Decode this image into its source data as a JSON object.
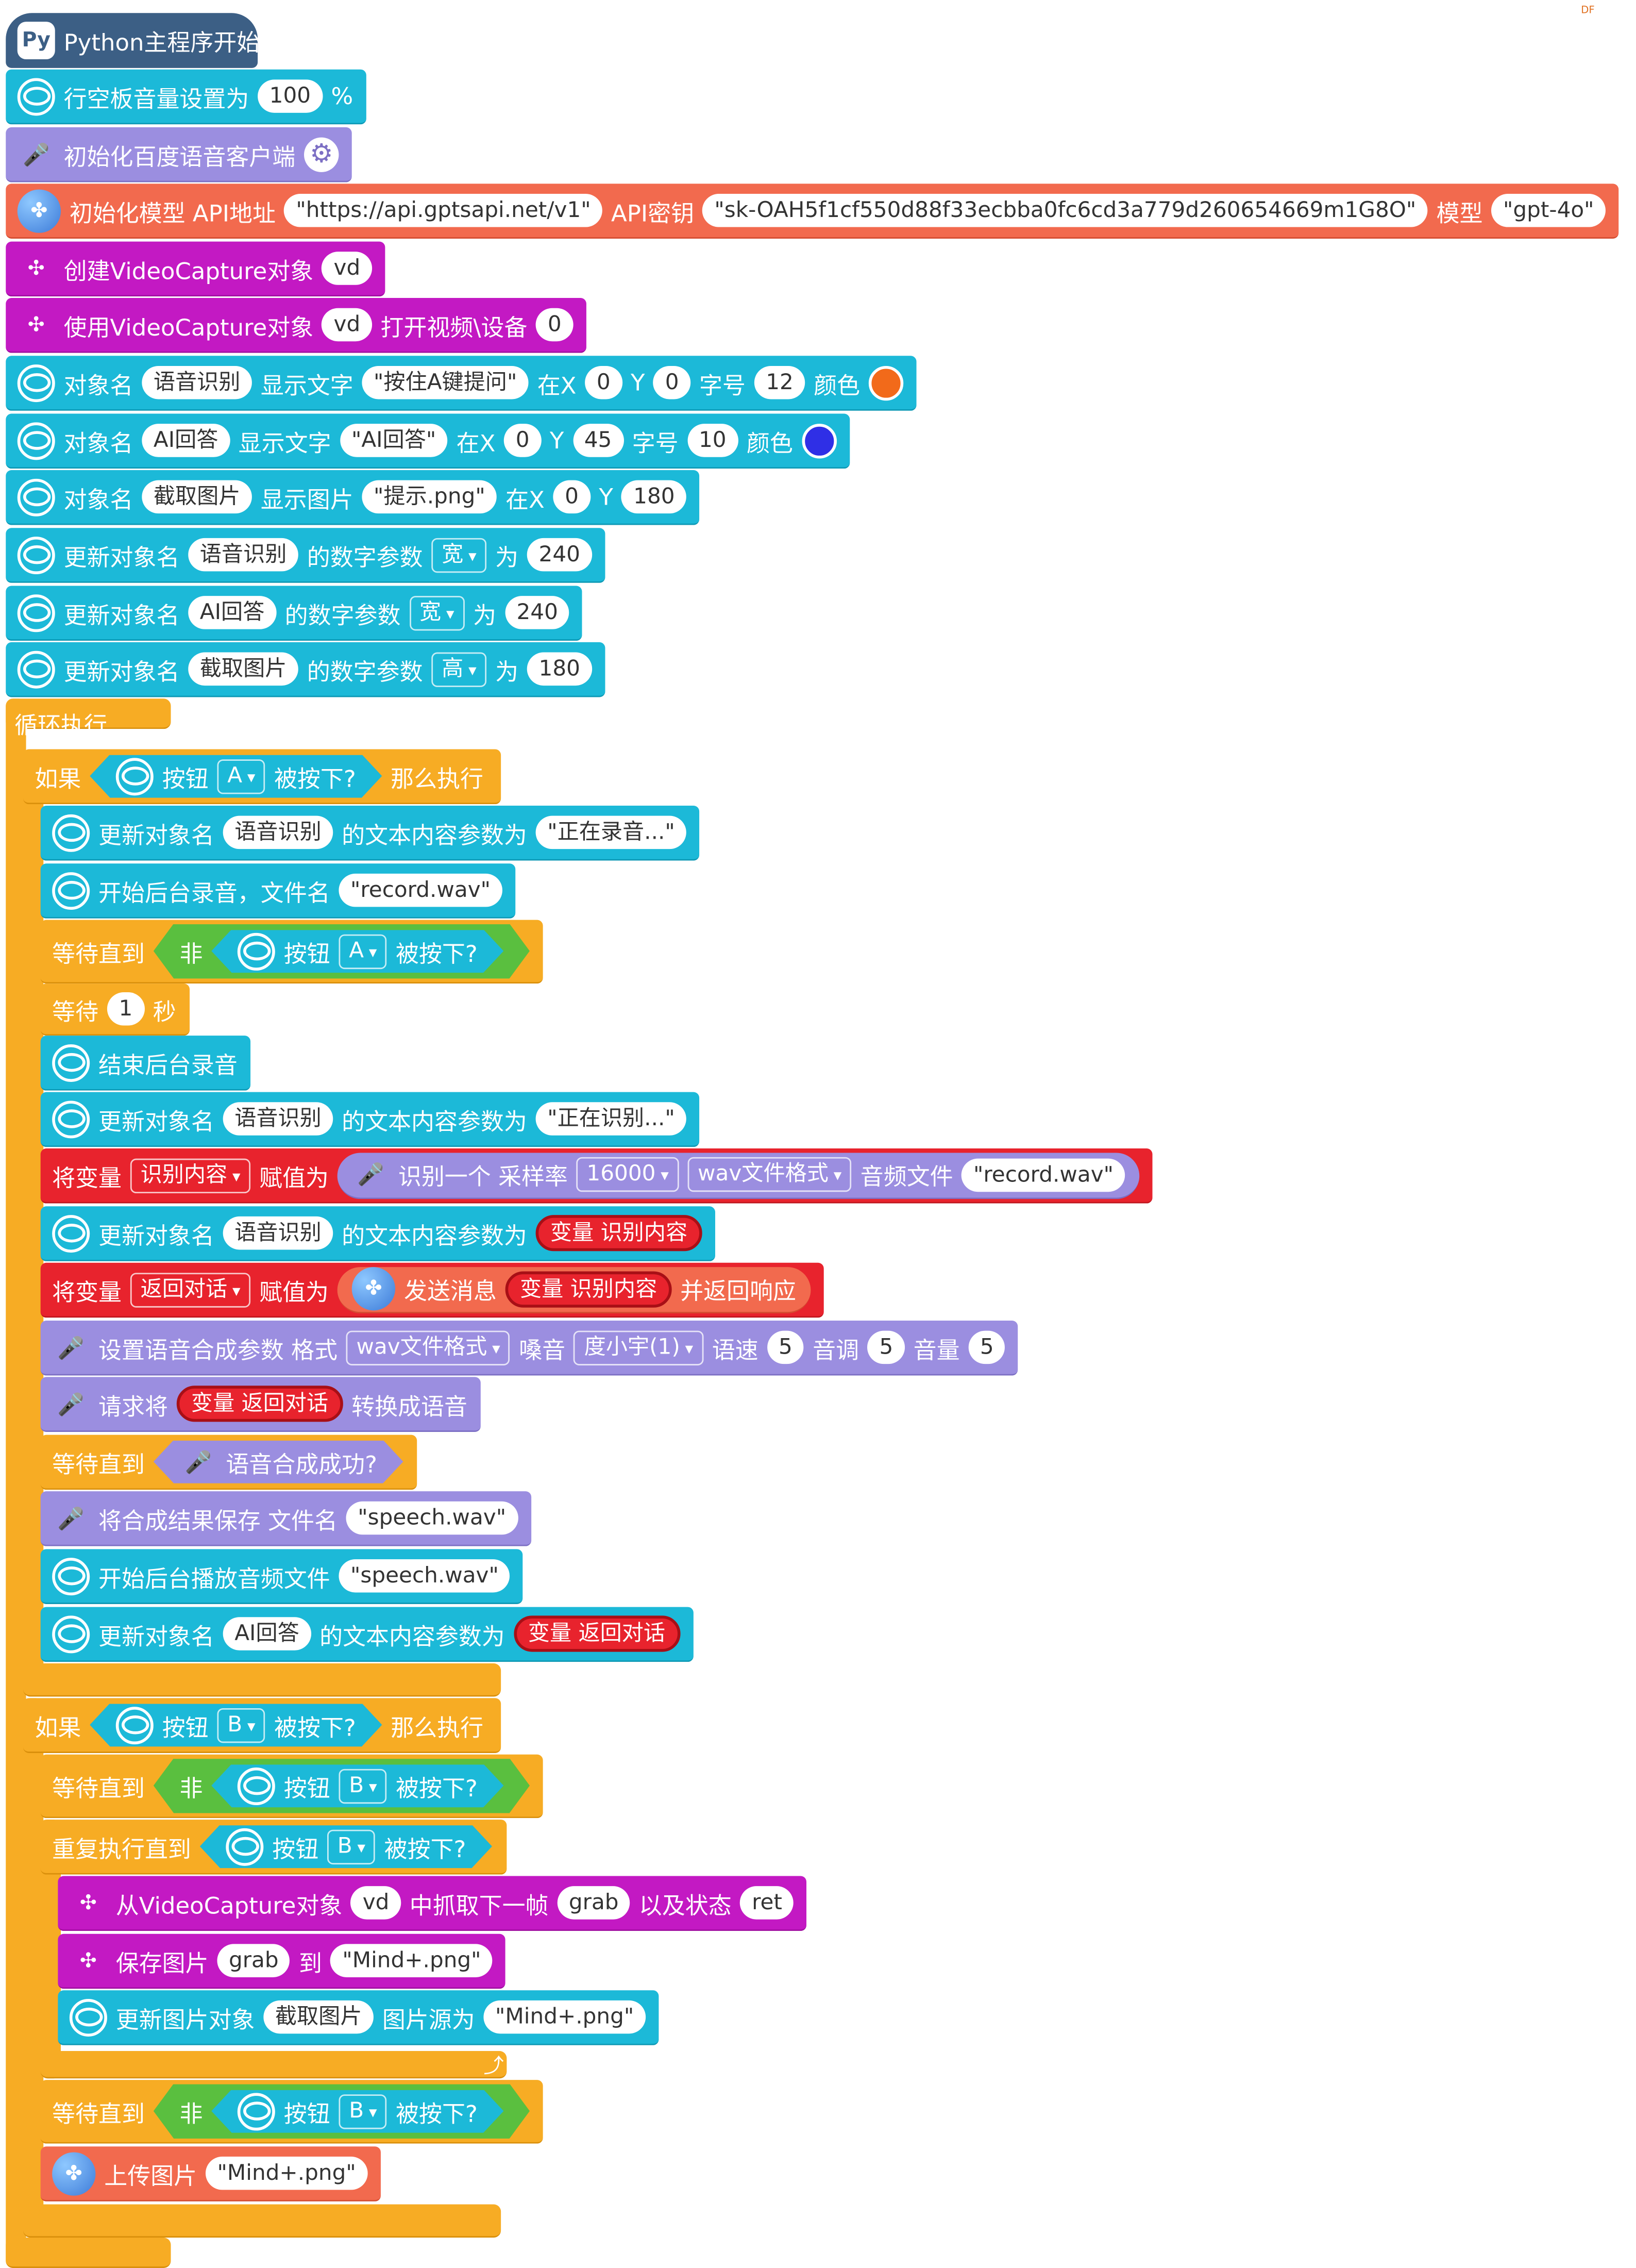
{
  "corner_mark": "DF",
  "hat": {
    "label": "Python主程序开始"
  },
  "blocks": {
    "volume": {
      "label": "行空板音量设置为",
      "value": "100",
      "unit": "%"
    },
    "init_baidu": {
      "label": "初始化百度语音客户端"
    },
    "init_model": {
      "label": "初始化模型 API地址",
      "url": "\"https://api.gptsapi.net/v1\"",
      "key_label": "API密钥",
      "key": "\"sk-OAH5f1cf550d88f33ecbba0fc6cd3a779d260654669m1G8O\"",
      "model_label": "模型",
      "model": "\"gpt-4o\""
    },
    "create_vc": {
      "label": "创建VideoCapture对象",
      "var": "vd"
    },
    "open_vc": {
      "label1": "使用VideoCapture对象",
      "var": "vd",
      "label2": "打开视频\\设备",
      "num": "0"
    },
    "text1": {
      "l1": "对象名",
      "name": "语音识别",
      "l2": "显示文字",
      "text": "\"按住A键提问\"",
      "lx": "在X",
      "x": "0",
      "ly": "Y",
      "y": "0",
      "lf": "字号",
      "size": "12",
      "lc": "颜色",
      "color": "#f26a1a"
    },
    "text2": {
      "l1": "对象名",
      "name": "AI回答",
      "l2": "显示文字",
      "text": "\"AI回答\"",
      "lx": "在X",
      "x": "0",
      "ly": "Y",
      "y": "45",
      "lf": "字号",
      "size": "10",
      "lc": "颜色",
      "color": "#2f2fe6"
    },
    "image1": {
      "l1": "对象名",
      "name": "截取图片",
      "l2": "显示图片",
      "file": "\"提示.png\"",
      "lx": "在X",
      "x": "0",
      "ly": "Y",
      "y": "180"
    },
    "upd1": {
      "l1": "更新对象名",
      "name": "语音识别",
      "l2": "的数字参数",
      "param": "宽",
      "l3": "为",
      "val": "240"
    },
    "upd2": {
      "l1": "更新对象名",
      "name": "AI回答",
      "l2": "的数字参数",
      "param": "宽",
      "l3": "为",
      "val": "240"
    },
    "upd3": {
      "l1": "更新对象名",
      "name": "截取图片",
      "l2": "的数字参数",
      "param": "高",
      "l3": "为",
      "val": "180"
    }
  },
  "loop": {
    "label": "循环执行"
  },
  "if_a": {
    "if": "如果",
    "btn": "按钮",
    "key": "A",
    "pressed": "被按下?",
    "then": "那么执行",
    "s1": {
      "l1": "更新对象名",
      "name": "语音识别",
      "l2": "的文本内容参数为",
      "text": "\"正在录音...\""
    },
    "s2": {
      "label": "开始后台录音，文件名",
      "file": "\"record.wav\""
    },
    "s3": {
      "wait": "等待直到",
      "not": "非",
      "btn": "按钮",
      "key": "A",
      "pressed": "被按下?"
    },
    "s4": {
      "wait": "等待",
      "num": "1",
      "unit": "秒"
    },
    "s5": {
      "label": "结束后台录音"
    },
    "s6": {
      "l1": "更新对象名",
      "name": "语音识别",
      "l2": "的文本内容参数为",
      "text": "\"正在识别...\""
    },
    "s7": {
      "l1": "将变量",
      "var": "识别内容",
      "l2": "赋值为",
      "l3": "识别一个 采样率",
      "rate": "16000",
      "fmt": "wav文件格式",
      "l4": "音频文件",
      "file": "\"record.wav\""
    },
    "s8": {
      "l1": "更新对象名",
      "name": "语音识别",
      "l2": "的文本内容参数为",
      "var": "变量 识别内容"
    },
    "s9": {
      "l1": "将变量",
      "var": "返回对话",
      "l2": "赋值为",
      "l3": "发送消息",
      "msg": "变量 识别内容",
      "l4": "并返回响应"
    },
    "s10": {
      "l1": "设置语音合成参数 格式",
      "fmt": "wav文件格式",
      "l2": "嗓音",
      "voice": "度小宇(1)",
      "l3": "语速",
      "speed": "5",
      "l4": "音调",
      "pitch": "5",
      "l5": "音量",
      "vol": "5"
    },
    "s11": {
      "l1": "请求将",
      "var": "变量 返回对话",
      "l2": "转换成语音"
    },
    "s12": {
      "wait": "等待直到",
      "label": "语音合成成功?"
    },
    "s13": {
      "label": "将合成结果保存 文件名",
      "file": "\"speech.wav\""
    },
    "s14": {
      "label": "开始后台播放音频文件",
      "file": "\"speech.wav\""
    },
    "s15": {
      "l1": "更新对象名",
      "name": "AI回答",
      "l2": "的文本内容参数为",
      "var": "变量 返回对话"
    }
  },
  "if_b": {
    "if": "如果",
    "btn": "按钮",
    "key": "B",
    "pressed": "被按下?",
    "then": "那么执行",
    "w1": {
      "wait": "等待直到",
      "not": "非",
      "btn": "按钮",
      "key": "B",
      "pressed": "被按下?"
    },
    "rep": {
      "label": "重复执行直到",
      "btn": "按钮",
      "key": "B",
      "pressed": "被按下?"
    },
    "r1": {
      "l1": "从VideoCapture对象",
      "var": "vd",
      "l2": "中抓取下一帧",
      "grab": "grab",
      "l3": "以及状态",
      "ret": "ret"
    },
    "r2": {
      "l1": "保存图片",
      "grab": "grab",
      "l2": "到",
      "file": "\"Mind+.png\""
    },
    "r3": {
      "l1": "更新图片对象",
      "name": "截取图片",
      "l2": "图片源为",
      "file": "\"Mind+.png\""
    },
    "w2": {
      "wait": "等待直到",
      "not": "非",
      "btn": "按钮",
      "key": "B",
      "pressed": "被按下?"
    },
    "up": {
      "label": "上传图片",
      "file": "\"Mind+.png\""
    }
  },
  "icons": {
    "cyan": "unihiker-icon",
    "mic": "microphone-icon",
    "opencv": "opencv-icon",
    "ai": "ai-model-icon",
    "python": "python-icon"
  }
}
